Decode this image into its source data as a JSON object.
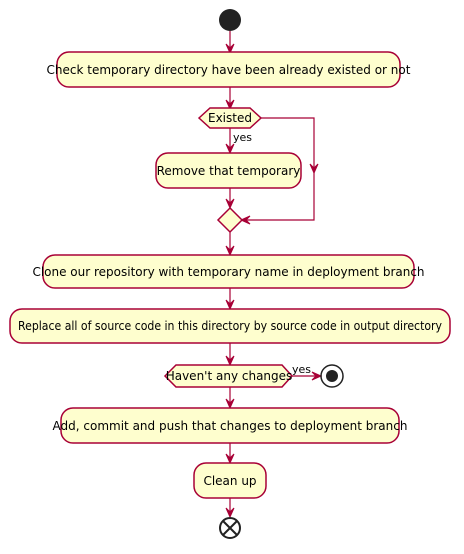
{
  "colors": {
    "node_fill": "#FEFECE",
    "node_border": "#A80036",
    "arrow": "#A80036",
    "start_end": "#222222"
  },
  "nodes": {
    "check": "Check temporary directory have been already existed or not",
    "existed": "Existed",
    "yes1": "yes",
    "remove": "Remove that temporary",
    "clone": "Clone our repository with temporary name in deployment branch",
    "replace": "Replace all of source code in this directory by source code in output directory",
    "changes": "Haven't any changes",
    "yes2": "yes",
    "commit": "Add, commit and push that changes to deployment branch",
    "cleanup": "Clean up"
  }
}
